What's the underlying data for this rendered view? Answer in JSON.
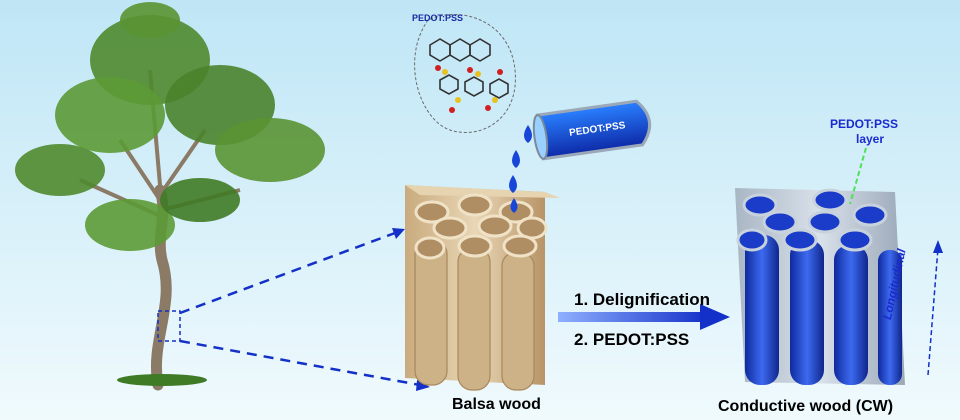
{
  "labels": {
    "structure_label": "PEDOT:PSS",
    "tube_label": "PEDOT:PSS",
    "step1": "1. Delignification",
    "step2": "2. PEDOT:PSS",
    "balsa_label": "Balsa wood",
    "cw_label": "Conductive wood (CW)",
    "layer_label_line1": "PEDOT:PSS",
    "layer_label_line2": "layer",
    "axis_label": "Longitudinal"
  },
  "colors": {
    "sky_top": "#bfe6f6",
    "sky_bottom": "#eaf7fc",
    "wood": "#d8c09a",
    "wood_dark": "#a8875c",
    "pedot_blue": "#1e3fc8",
    "arrow_blue": "#1330c8",
    "label_blue": "#1a2ad0",
    "leaf_green": "#4f8a2e",
    "drop_blue": "#1746d8",
    "layer_pointer": "#4ee05a"
  }
}
